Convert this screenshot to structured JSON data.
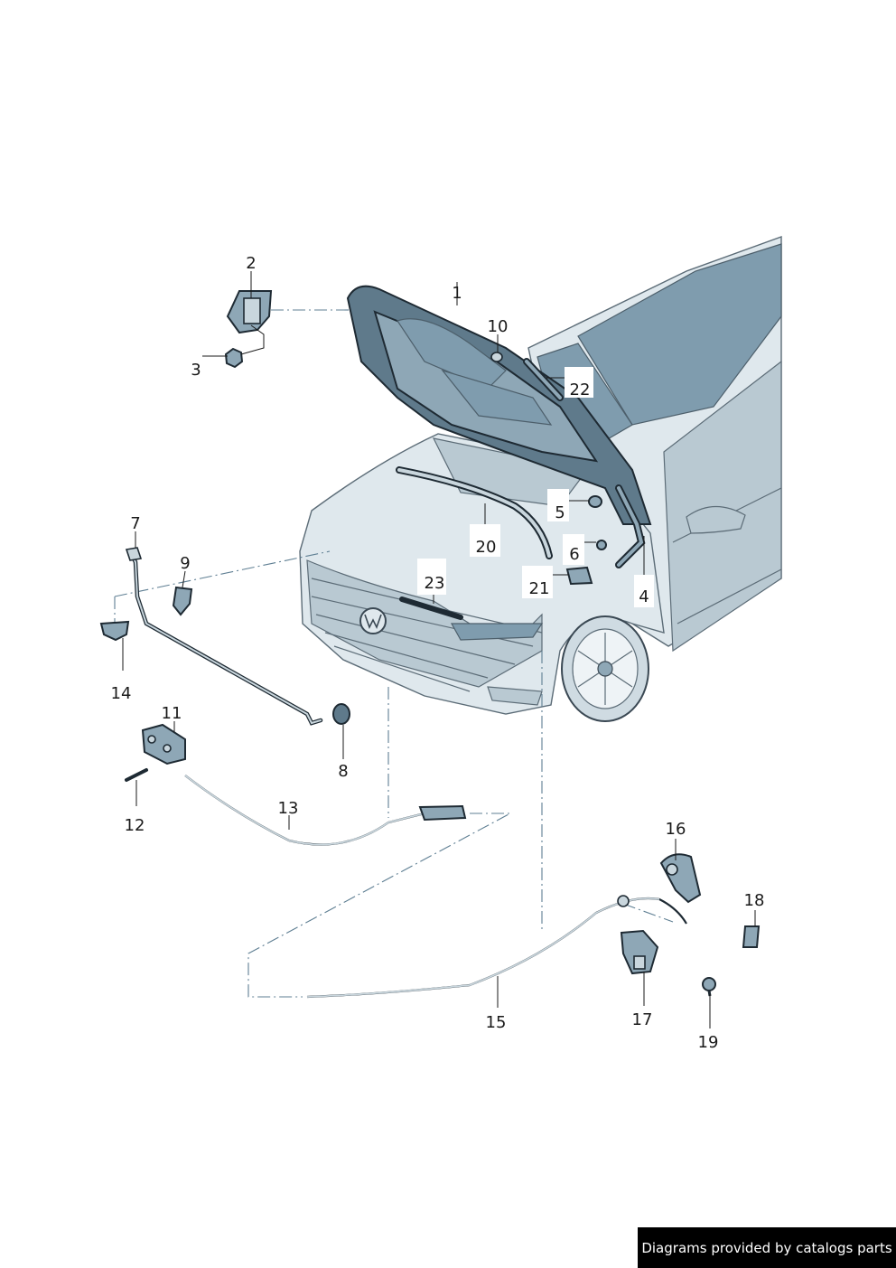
{
  "callouts": [
    "1",
    "2",
    "3",
    "4",
    "5",
    "6",
    "7",
    "8",
    "9",
    "10",
    "11",
    "12",
    "13",
    "14",
    "15",
    "16",
    "17",
    "18",
    "19",
    "20",
    "21",
    "22",
    "23"
  ],
  "footer": {
    "text": "Diagrams provided by catalogs parts"
  },
  "colors": {
    "part": "#8ea7b6",
    "outline": "#1e2a33",
    "car_body": "#dfe8ed",
    "glass": "#7f9cae",
    "footer_bg": "#000000"
  }
}
